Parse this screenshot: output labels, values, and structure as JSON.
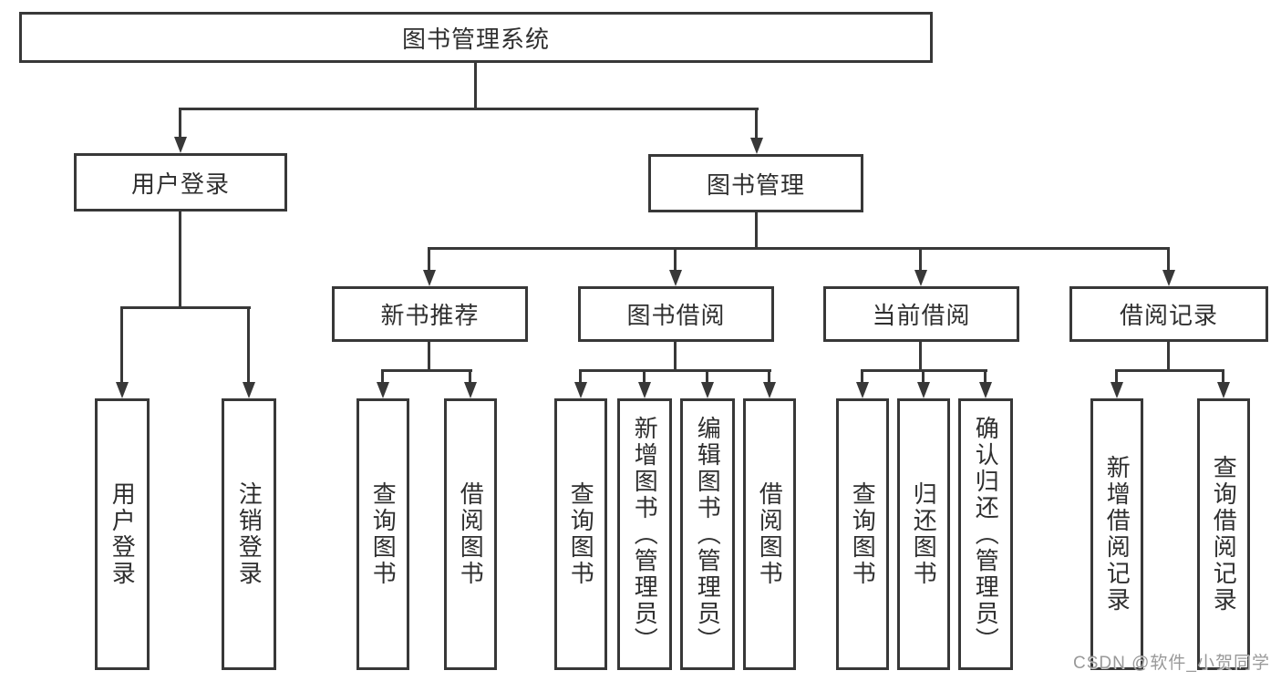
{
  "colors": {
    "line": "#383838",
    "text": "#2f2f2f",
    "background": "#ffffff",
    "watermark": "#999999"
  },
  "diagram": {
    "root": {
      "label": "图书管理系统"
    },
    "branches": [
      {
        "label": "用户登录",
        "children": [
          {
            "label": "用户登录"
          },
          {
            "label": "注销登录"
          }
        ]
      },
      {
        "label": "图书管理",
        "children": [
          {
            "label": "新书推荐",
            "children": [
              {
                "label": "查询图书"
              },
              {
                "label": "借阅图书"
              }
            ]
          },
          {
            "label": "图书借阅",
            "children": [
              {
                "label": "查询图书"
              },
              {
                "label": "新增图书（管理员）"
              },
              {
                "label": "编辑图书（管理员）"
              },
              {
                "label": "借阅图书"
              }
            ]
          },
          {
            "label": "当前借阅",
            "children": [
              {
                "label": "查询图书"
              },
              {
                "label": "归还图书"
              },
              {
                "label": "确认归还（管理员）"
              }
            ]
          },
          {
            "label": "借阅记录",
            "children": [
              {
                "label": "新增借阅记录"
              },
              {
                "label": "查询借阅记录"
              }
            ]
          }
        ]
      }
    ]
  },
  "watermark": {
    "text": "CSDN @软件_小贺同学"
  }
}
